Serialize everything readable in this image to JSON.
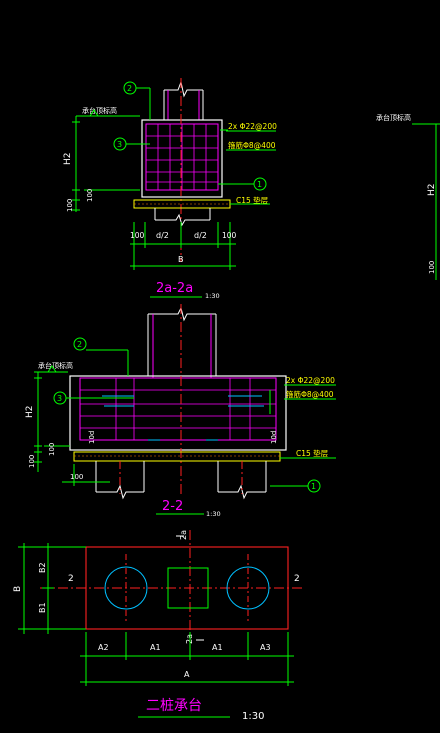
{
  "section_a": {
    "bubble_2": "2",
    "bubble_3": "3",
    "bubble_1": "1",
    "cap_top_label": "承台顶标高",
    "rebar_main": "2x Φ22@200",
    "rebar_stirrup": "箍筋Φ8@400",
    "cushion": "C15 垫层",
    "dim_h2": "H2",
    "dim_100a": "100",
    "dim_100b": "100",
    "dim_left": "100",
    "dim_d2_left": "d/2",
    "dim_d2_right": "d/2",
    "dim_right": "100",
    "dim_b": "B",
    "title": "2a-2a",
    "scale": "1:30"
  },
  "section_b": {
    "bubble_2": "2",
    "bubble_3": "3",
    "bubble_1": "1",
    "cap_top_label": "承台顶标高",
    "rebar_main": "2x Φ22@200",
    "rebar_stirrup": "箍筋Φ8@400",
    "cushion": "C15 垫层",
    "dim_h2": "H2",
    "dim_100a": "100",
    "dim_100b": "100",
    "dim_left": "100",
    "pile_label": "10d",
    "title": "2-2",
    "scale": "1:30"
  },
  "plan": {
    "cut_2a_top": "2a",
    "cut_2a_bottom": "2a",
    "cut_2_left": "2",
    "cut_2_right": "2",
    "dim_b": "B",
    "dim_b1": "B1",
    "dim_b2": "B2",
    "dim_a2": "A2",
    "dim_a1_left": "A1",
    "dim_a1_right": "A1",
    "dim_a3": "A3",
    "dim_a": "A",
    "title": "二桩承台",
    "scale": "1:30"
  },
  "right_partial": {
    "cap_top_label": "承台顶标高",
    "dim_h2": "H2",
    "dim_100": "100"
  },
  "colors": {
    "white": "#ffffff",
    "magenta": "#ff00ff",
    "green": "#00ff00",
    "red": "#ff2020",
    "yellow": "#ffff00",
    "cyan": "#00c0ff",
    "orange": "#ff8000"
  }
}
